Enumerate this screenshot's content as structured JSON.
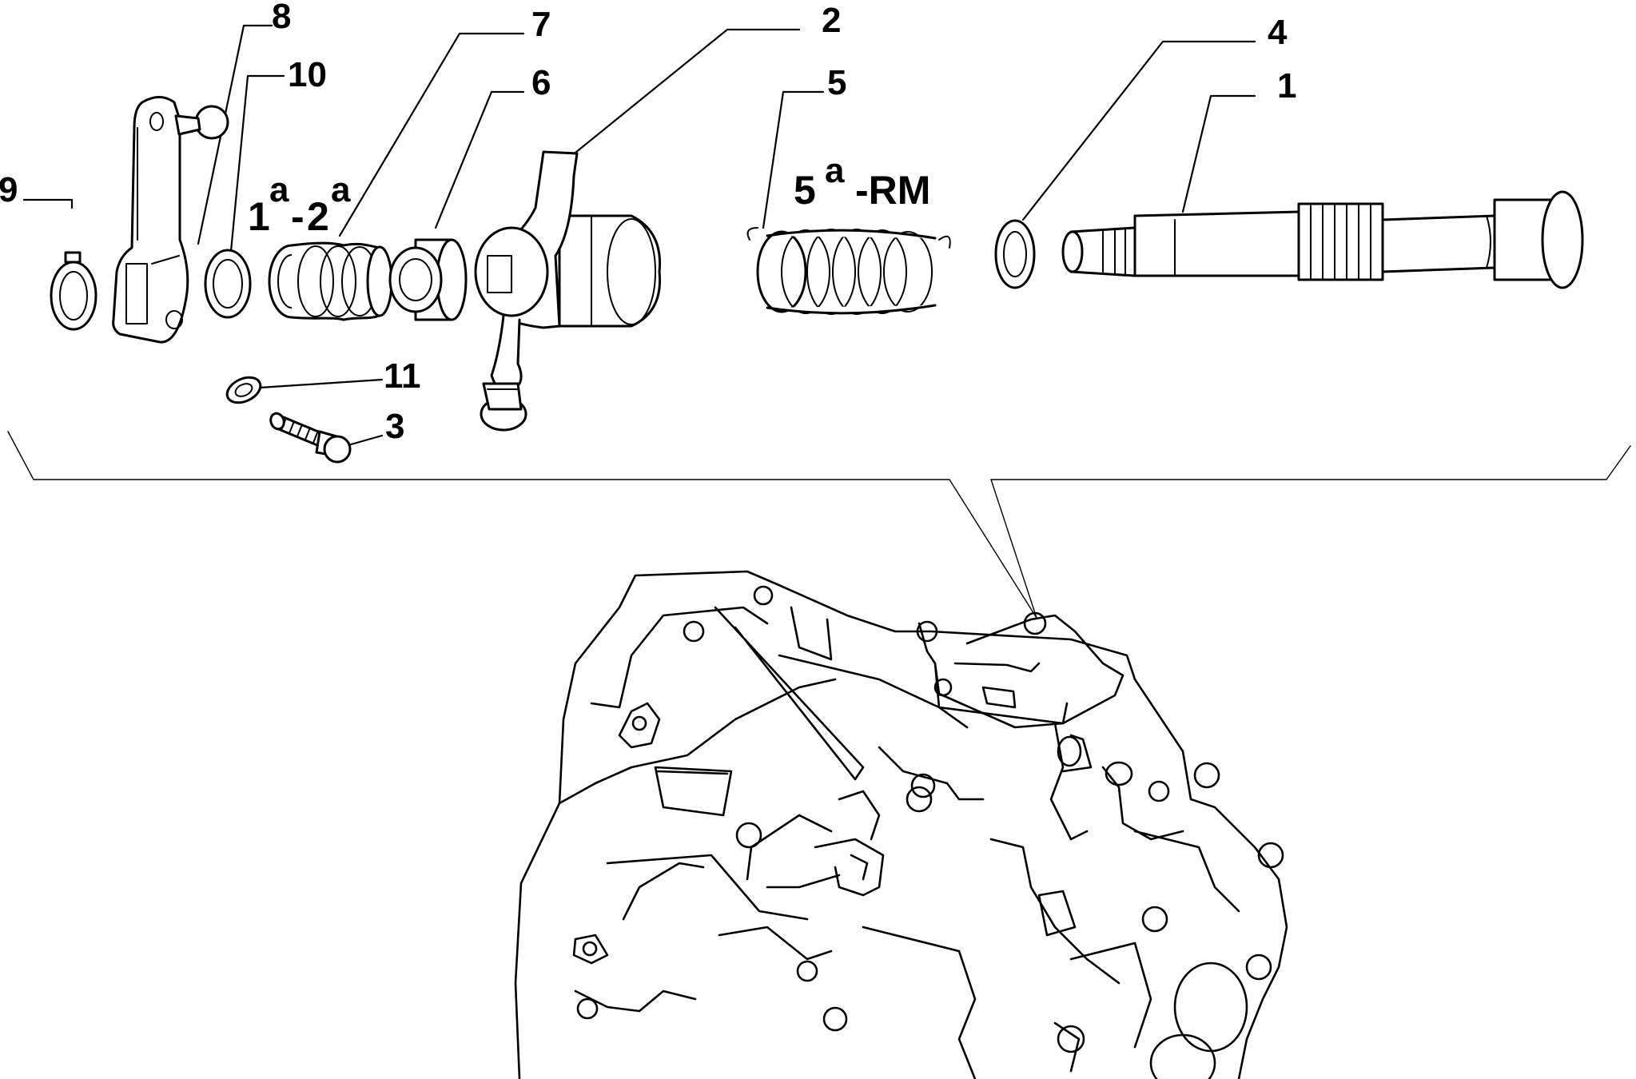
{
  "callouts": {
    "p1": "1",
    "p2": "2",
    "p3": "3",
    "p4": "4",
    "p5": "5",
    "p6": "6",
    "p7": "7",
    "p8": "8",
    "p9": "9",
    "p10": "10",
    "p11": "11"
  },
  "gear_labels": {
    "low": {
      "first": "1",
      "first_sup": "a",
      "sep": "-",
      "second": "2",
      "second_sup": "a"
    },
    "high": {
      "fifth": "5",
      "fifth_sup": "a",
      "sep_rm": "-RM"
    }
  }
}
